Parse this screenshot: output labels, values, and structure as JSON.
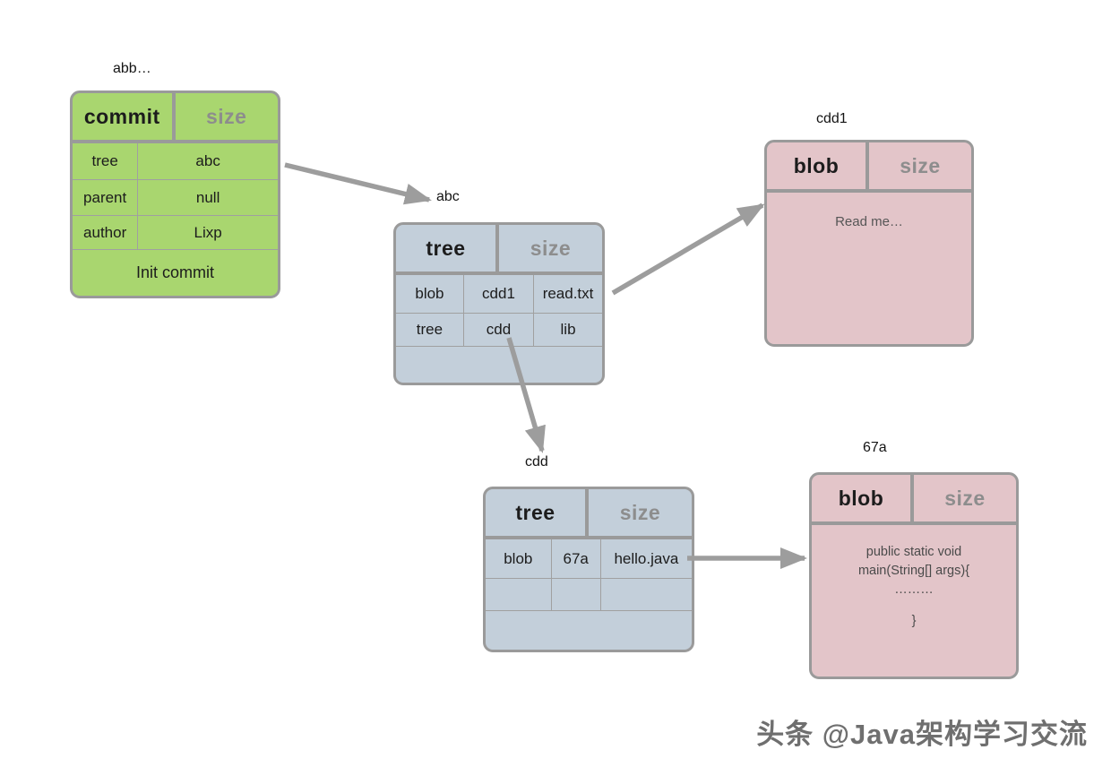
{
  "colors": {
    "commit_fill": "#a9d66f",
    "tree_fill": "#c3cfda",
    "blob_fill": "#e3c5c9",
    "box_border": "#9a9a9a",
    "grid_line": "#a0a0a0",
    "size_text": "#8d8d8d",
    "text": "#1c1c1c",
    "muted_text": "#565656",
    "arrow": "#9d9d9d",
    "watermark_text": "#6f6f6f"
  },
  "nodes": {
    "commit": {
      "label": "abb…",
      "type": "commit",
      "size": "size",
      "rows": [
        [
          "tree",
          "abc"
        ],
        [
          "parent",
          "null"
        ],
        [
          "author",
          "Lixp"
        ]
      ],
      "message": "Init commit"
    },
    "tree_abc": {
      "label": "abc",
      "type": "tree",
      "size": "size",
      "rows": [
        [
          "blob",
          "cdd1",
          "read.txt"
        ],
        [
          "tree",
          "cdd",
          "lib"
        ]
      ]
    },
    "blob_cdd1": {
      "label": "cdd1",
      "type": "blob",
      "size": "size",
      "content": "Read me…"
    },
    "tree_cdd": {
      "label": "cdd",
      "type": "tree",
      "size": "size",
      "rows": [
        [
          "blob",
          "67a",
          "hello.java"
        ],
        [
          "",
          "",
          ""
        ]
      ]
    },
    "blob_67a": {
      "label": "67a",
      "type": "blob",
      "size": "size",
      "code_lines": [
        "public static void",
        "main(String[] args){",
        "………",
        "}"
      ]
    }
  },
  "watermark": "头条 @Java架构学习交流"
}
